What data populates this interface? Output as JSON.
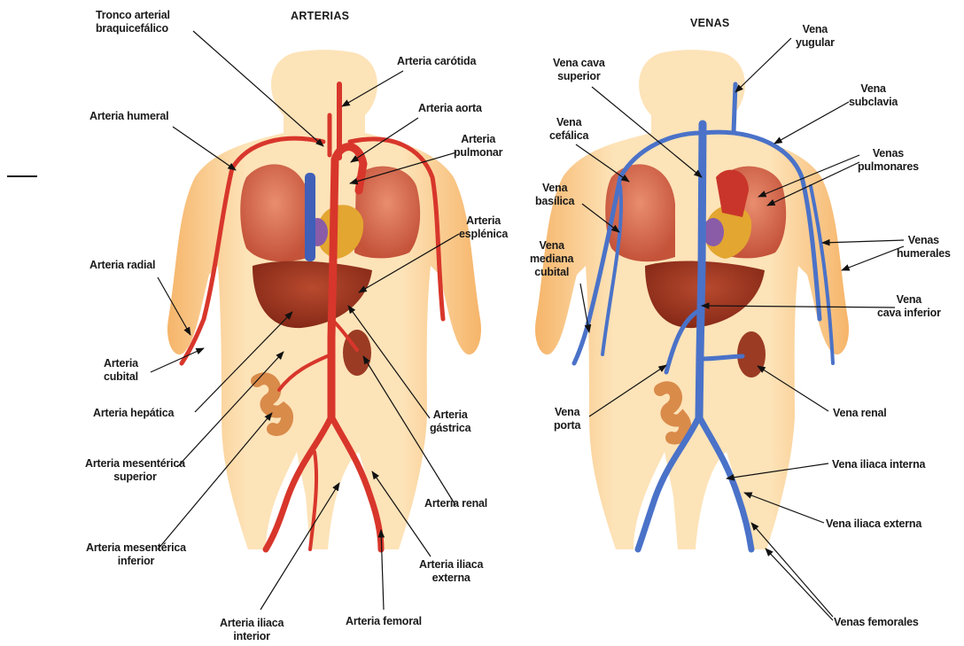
{
  "titles": {
    "arteries": "ARTERIAS",
    "veins": "VENAS"
  },
  "arteries": {
    "tronco": [
      "Tronco arterial",
      "braquicefálico"
    ],
    "carotida": "Arteria carótida",
    "humeral": "Arteria humeral",
    "aorta": "Arteria aorta",
    "pulmonar": [
      "Arteria",
      "pulmonar"
    ],
    "esplenica": [
      "Arteria",
      "esplénica"
    ],
    "radial": "Arteria radial",
    "cubital": [
      "Arteria",
      "cubital"
    ],
    "hepatica": "Arteria hepática",
    "gastrica": [
      "Arteria",
      "gástrica"
    ],
    "mes_sup": [
      "Arteria mesentérica",
      "superior"
    ],
    "renal": "Arteria renal",
    "mes_inf": [
      "Arteria mesentérica",
      "inferior"
    ],
    "iliaca_ext": [
      "Arteria iliaca",
      "externa"
    ],
    "iliaca_int": [
      "Arteria iliaca",
      "interior"
    ],
    "femoral": "Arteria femoral"
  },
  "veins": {
    "yugular": [
      "Vena",
      "yugular"
    ],
    "cava_sup": [
      "Vena cava",
      "superior"
    ],
    "subclavia": [
      "Vena",
      "subclavia"
    ],
    "cefalica": [
      "Vena",
      "cefálica"
    ],
    "pulmonares": [
      "Venas",
      "pulmonares"
    ],
    "basilica": [
      "Vena",
      "basílica"
    ],
    "humerales": [
      "Venas",
      "humerales"
    ],
    "mediana": [
      "Vena",
      "mediana",
      "cubital"
    ],
    "cava_inf": [
      "Vena",
      "cava inferior"
    ],
    "porta": [
      "Vena",
      "porta"
    ],
    "renal": "Vena renal",
    "iliaca_int": "Vena iliaca interna",
    "iliaca_ext": "Vena iliaca externa",
    "femorales": "Venas femorales"
  },
  "colors": {
    "skin": "#f7c07a",
    "skin_edge": "#e89a4a",
    "artery": "#d8362b",
    "vein": "#4a72c8",
    "organ": "#b8402a",
    "heart": "#e3a630"
  }
}
